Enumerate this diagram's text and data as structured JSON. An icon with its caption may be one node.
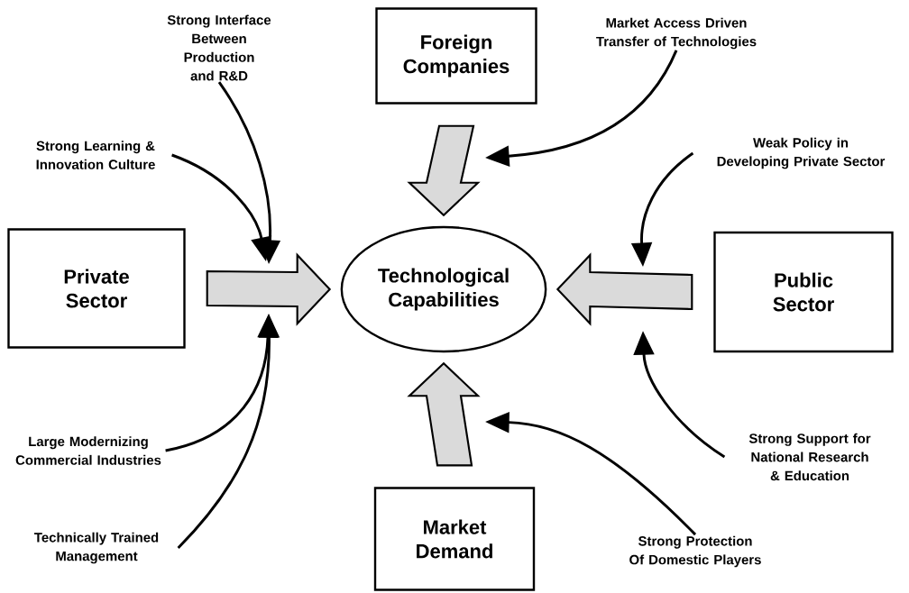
{
  "diagram": {
    "nodes": [
      {
        "text": [
          "Foreign Companies"
        ]
      },
      {
        "text": [
          "Private Sector"
        ]
      },
      {
        "text": [
          "Technological Capabilities"
        ]
      },
      {
        "text": [
          "Public Sector"
        ]
      },
      {
        "text": [
          "Market Demand"
        ]
      },
      {
        "text": [
          "Strong Interface Between Production and R&D"
        ]
      },
      {
        "text": [
          "Strong Learning & Innovation Culture"
        ]
      },
      {
        "text": [
          "Market Access Driven Transfer of Technologies"
        ]
      },
      {
        "text": [
          "Weak Policy in Developing Private Sector"
        ]
      },
      {
        "text": [
          "Large Modernizing Commercial Industries"
        ]
      },
      {
        "text": [
          "Technically Trained Management"
        ]
      },
      {
        "text": [
          "Strong Support for National Research & Education"
        ]
      },
      {
        "text": [
          "Strong Protection Of Domestic Players"
        ]
      }
    ],
    "edges": [
      {
        "from": 0,
        "to": 2,
        "arrow": "to",
        "style": "thick"
      },
      {
        "from": 1,
        "to": 2,
        "arrow": "to",
        "style": "thick"
      },
      {
        "from": 3,
        "to": 2,
        "arrow": "to",
        "style": "thick"
      },
      {
        "from": 4,
        "to": 2,
        "arrow": "to",
        "style": "thick"
      },
      {
        "from": 5,
        "to": null,
        "arrow": "to"
      },
      {
        "from": 6,
        "to": null,
        "arrow": "to"
      },
      {
        "from": 7,
        "to": null,
        "arrow": "to"
      },
      {
        "from": 8,
        "to": null,
        "arrow": "to"
      },
      {
        "from": 9,
        "to": null,
        "arrow": "to"
      },
      {
        "from": 10,
        "to": null,
        "arrow": "to"
      },
      {
        "from": 11,
        "to": null,
        "arrow": "to"
      },
      {
        "from": 12,
        "to": null,
        "arrow": "to"
      }
    ]
  }
}
